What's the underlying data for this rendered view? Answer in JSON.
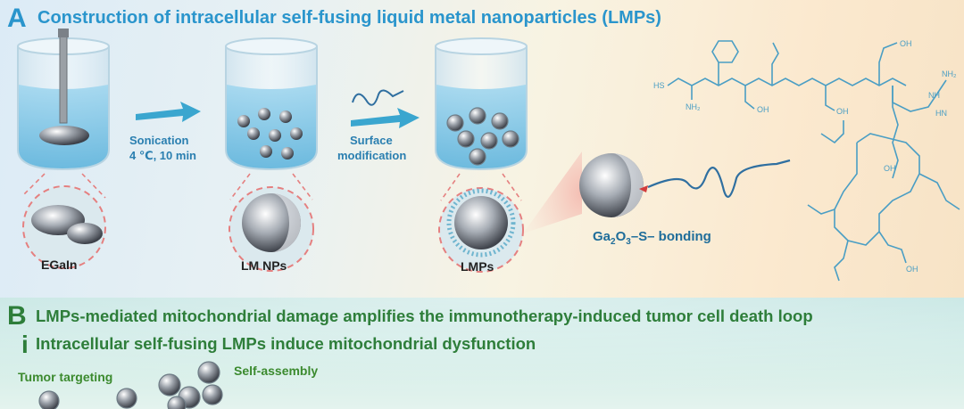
{
  "panel_a": {
    "letter": "A",
    "title": "Construction of intracellular self-fusing liquid metal nanoparticles (LMPs)",
    "step1_line1": "Sonication",
    "step1_line2": "4 ℃, 10 min",
    "step2_line1": "Surface",
    "step2_line2": "modification",
    "inset1": "EGaIn",
    "inset2": "LM NPs",
    "inset3": "LMPs",
    "bonding_prefix": "Ga",
    "bonding_sub1": "2",
    "bonding_mid": "O",
    "bonding_sub2": "3",
    "bonding_suffix": "–S– bonding",
    "structure_labels": {
      "sh": "HS",
      "nh2": "NH₂",
      "oh1": "OH",
      "oh2": "OH",
      "oh3": "OH",
      "oh4": "OH",
      "oh5": "OH",
      "nh_ring": "HN",
      "nh2_top": "NH₂",
      "nh_top": "NH"
    }
  },
  "panel_b": {
    "letter": "B",
    "title": "LMPs-mediated mitochondrial damage amplifies the immunotherapy-induced tumor cell death loop",
    "sub_numeral": "i",
    "sub_title": "Intracellular self-fusing LMPs induce mitochondrial dysfunction",
    "label_targeting": "Tumor targeting",
    "label_assembly": "Self-assembly"
  },
  "colors": {
    "title_a": "#2a95cc",
    "title_b": "#2e7e3a",
    "arrow": "#3aa6cf",
    "structure": "#4a9ec4",
    "dashed": "#e58080"
  }
}
